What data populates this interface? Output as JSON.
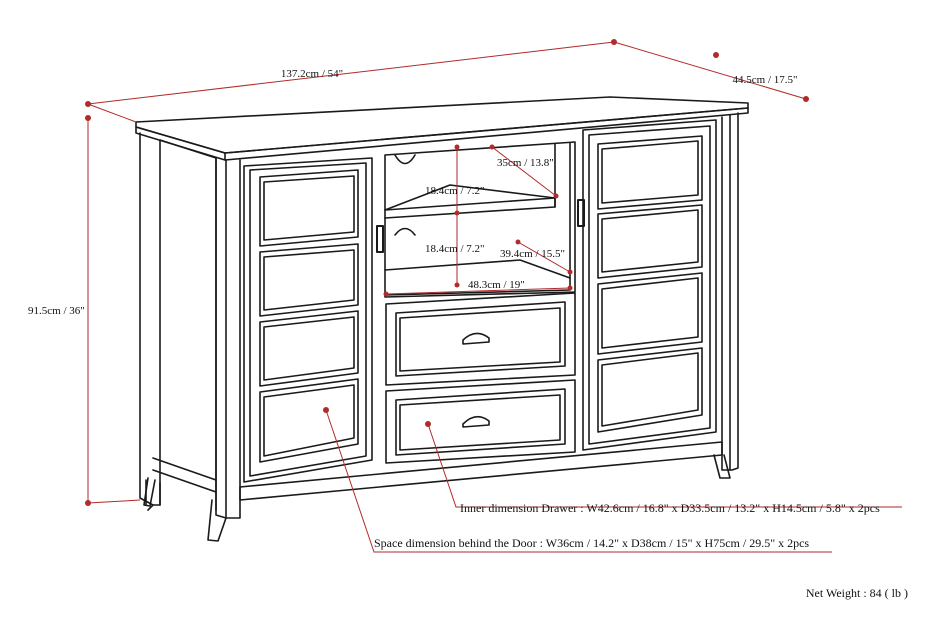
{
  "dimensions": {
    "width": "137.2cm / 54\"",
    "depth": "44.5cm / 17.5\"",
    "height": "91.5cm / 36\"",
    "shelf_depth": "35cm / 13.8\"",
    "upper_shelf_height": "18.4cm / 7.2\"",
    "lower_shelf_height": "18.4cm / 7.2\"",
    "lower_shelf_depth": "39.4cm / 15.5\"",
    "opening_width": "48.3cm / 19\""
  },
  "notes": {
    "drawer": "Inner dimension Drawer : W42.6cm / 16.8\" x D33.5cm / 13.2\" x H14.5cm / 5.8\" x 2pcs",
    "door": "Space dimension behind the Door  : W36cm / 14.2\" x D38cm / 15\" x H75cm / 29.5\" x 2pcs"
  },
  "net_weight": "Net Weight : 84 ( lb )",
  "colors": {
    "dimension_line": "#b22a2a",
    "ink": "#1a1a1a",
    "background": "#ffffff"
  }
}
